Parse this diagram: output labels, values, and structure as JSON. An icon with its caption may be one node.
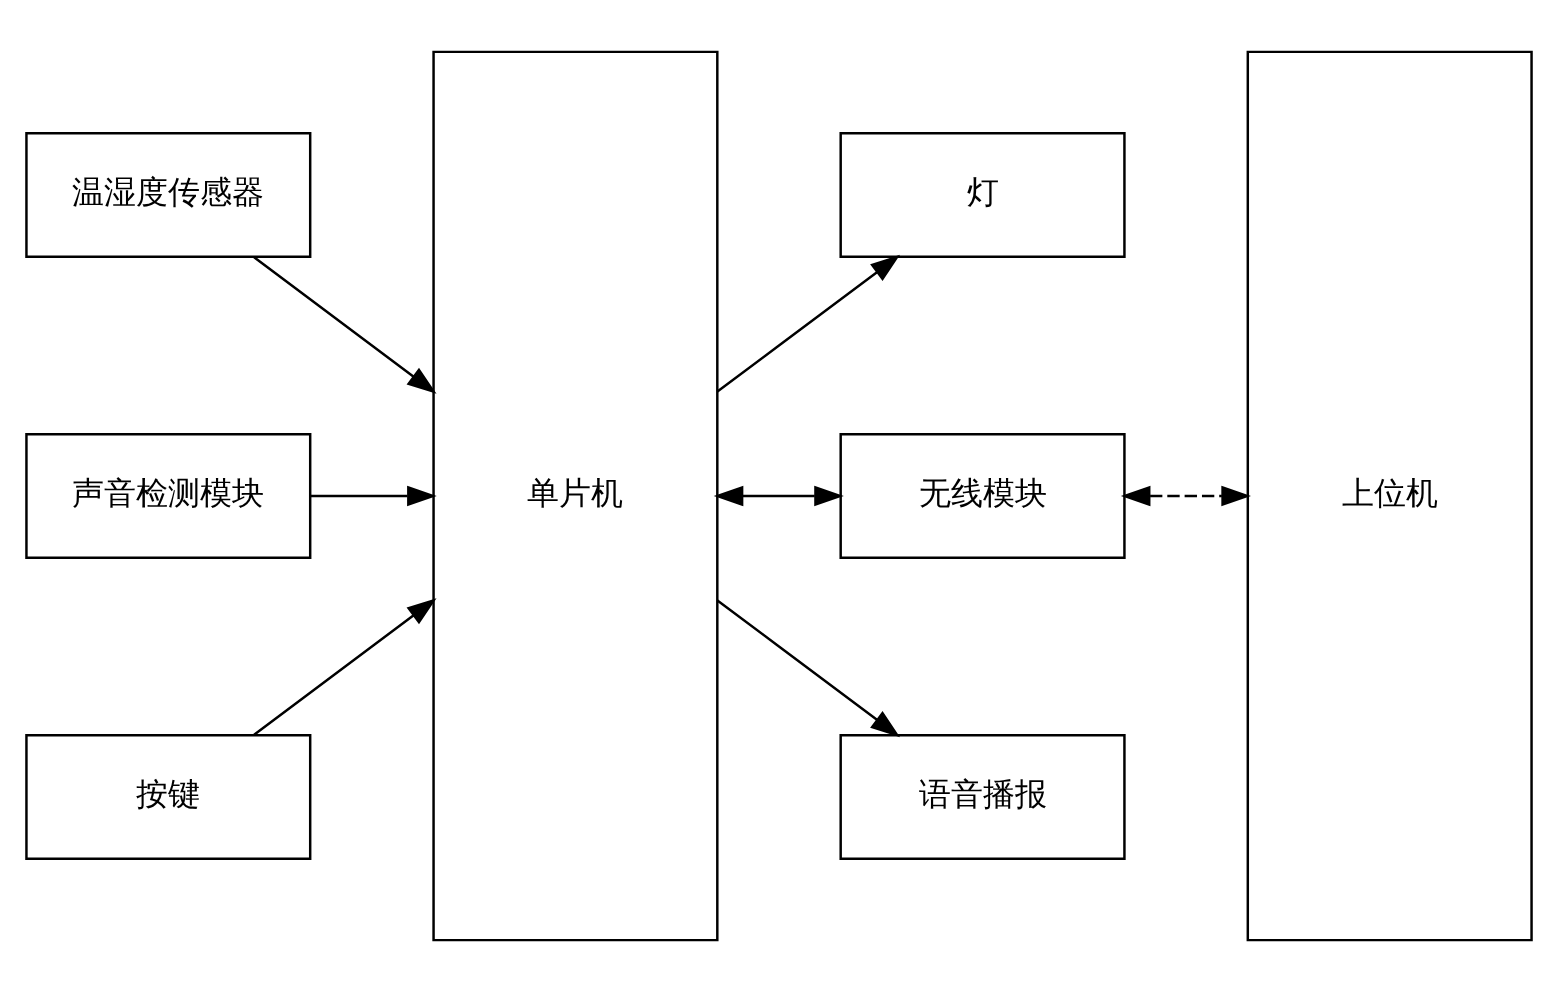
{
  "diagram": {
    "nodes": [
      {
        "text": [
          "温湿度传感器"
        ]
      },
      {
        "text": [
          "声音检测模块"
        ]
      },
      {
        "text": [
          "按键"
        ]
      },
      {
        "text": [
          "单片机"
        ]
      },
      {
        "text": [
          "灯"
        ]
      },
      {
        "text": [
          "无线模块"
        ]
      },
      {
        "text": [
          "语音播报"
        ]
      },
      {
        "text": [
          "上位机"
        ]
      }
    ],
    "edges": [
      {
        "from": 0,
        "to": 3,
        "arrow": "to"
      },
      {
        "from": 1,
        "to": 3,
        "arrow": "to"
      },
      {
        "from": 2,
        "to": 3,
        "arrow": "to"
      },
      {
        "from": 3,
        "to": 4,
        "arrow": "to"
      },
      {
        "from": 3,
        "to": 5,
        "arrow": "both"
      },
      {
        "from": 3,
        "to": 6,
        "arrow": "to"
      },
      {
        "from": 5,
        "to": 7,
        "arrow": "both",
        "style": "dashed"
      }
    ]
  }
}
